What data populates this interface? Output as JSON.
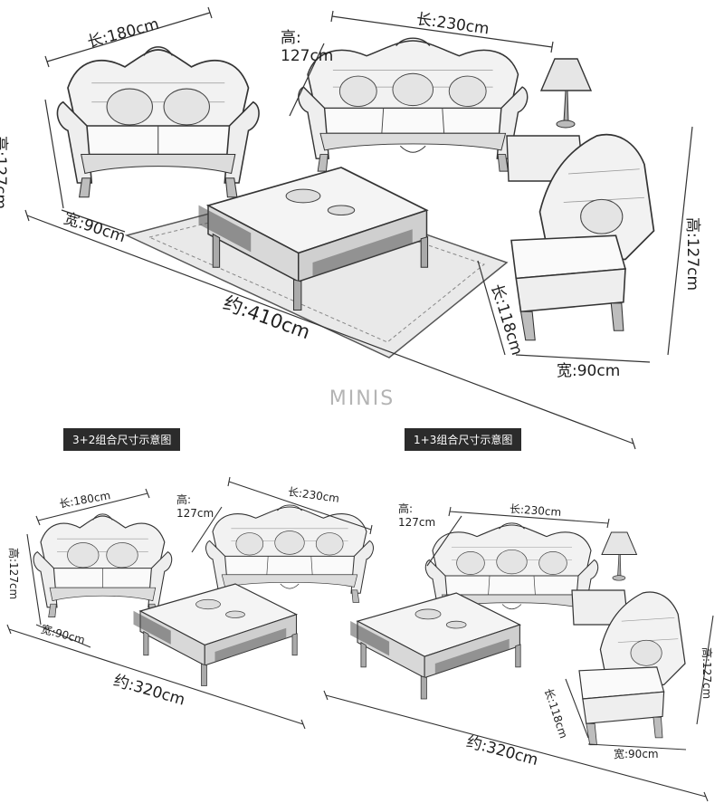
{
  "brand": "MINIS",
  "sections": {
    "combo_3_2": "3+2组合尺寸示意图",
    "combo_1_3": "1+3组合尺寸示意图"
  },
  "top": {
    "loveseat_length": "长:180cm",
    "loveseat_height": "高:127cm",
    "loveseat_depth": "宽:90cm",
    "sofa_height": "高:\n127cm",
    "sofa_length": "长:230cm",
    "chair_height": "高:127cm",
    "chair_length": "长:118cm",
    "chair_depth": "宽:90cm",
    "total": "约:410cm"
  },
  "bottom_left": {
    "loveseat_length": "长:180cm",
    "loveseat_height": "高:127cm",
    "loveseat_depth": "宽:90cm",
    "sofa_height": "高:\n127cm",
    "sofa_length": "长:230cm",
    "total": "约:320cm"
  },
  "bottom_right": {
    "sofa_height": "高:\n127cm",
    "sofa_length": "长:230cm",
    "chair_height": "高:127cm",
    "chair_length": "长:118cm",
    "chair_depth": "宽:90cm",
    "total": "约:320cm"
  }
}
